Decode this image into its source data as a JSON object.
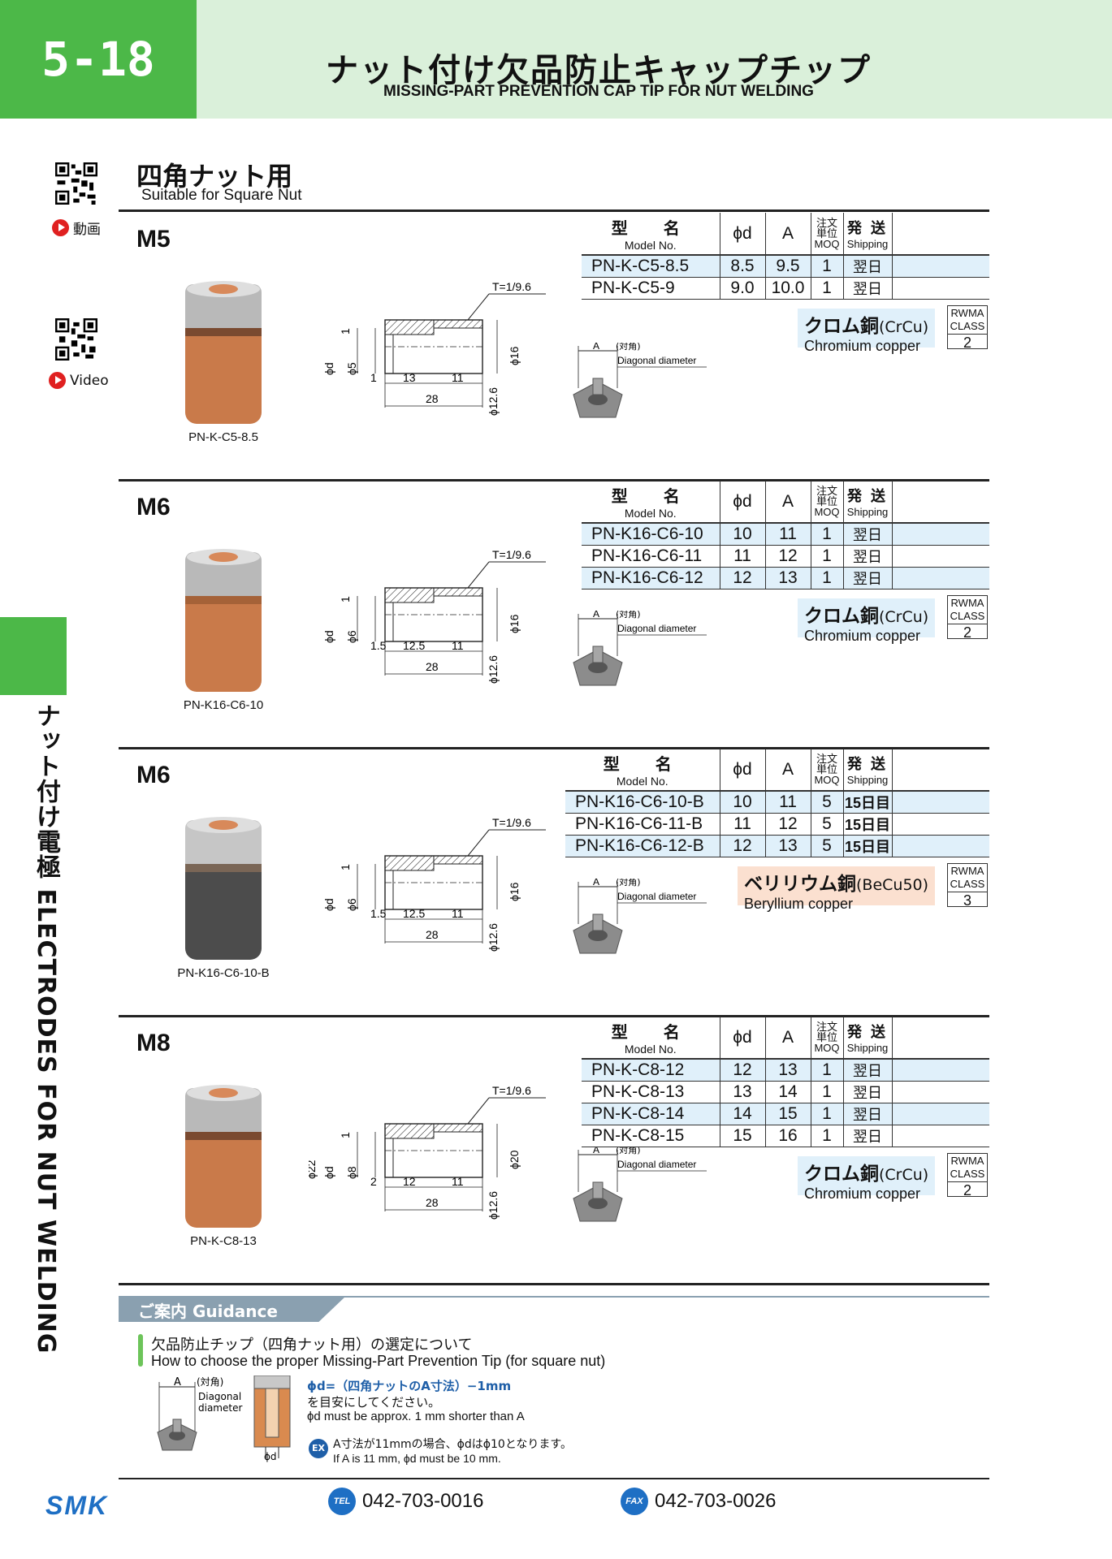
{
  "header": {
    "page_number": "5-18",
    "title_ja": "ナット付け欠品防止キャップチップ",
    "title_en": "MISSING-PART PREVENTION CAP TIP FOR NUT WELDING"
  },
  "side_tab": {
    "label": "ナット付け電極 ELECTRODES FOR NUT WELDING"
  },
  "media": {
    "video_ja": "動画",
    "video_en": "Video"
  },
  "section": {
    "title_ja": "四角ナット用",
    "title_en": "Suitable for Square Nut"
  },
  "table_headers": {
    "model_ja": "型　名",
    "model_en": "Model No.",
    "phid": "ϕd",
    "a": "A",
    "moq_ja_1": "注文",
    "moq_ja_2": "単位",
    "moq_en": "MOQ",
    "ship_ja": "発 送",
    "ship_en": "Shipping"
  },
  "drawing_labels": {
    "taper": "T=1/9.6",
    "a_label": "A",
    "diag_ja": "(対角)",
    "diag_en": "Diagonal diameter"
  },
  "blocks": [
    {
      "size": "M5",
      "photo_caption": "PN-K-C5-8.5",
      "rows": [
        {
          "model": "PN-K-C5-8.5",
          "phid": "8.5",
          "a": "9.5",
          "moq": "1",
          "ship": "翌日"
        },
        {
          "model": "PN-K-C5-9",
          "phid": "9.0",
          "a": "10.0",
          "moq": "1",
          "ship": "翌日"
        }
      ],
      "material_ja": "クロム銅",
      "material_code": "(CrCu)",
      "material_en": "Chromium copper",
      "rwma_1": "RWMA",
      "rwma_2": "CLASS",
      "rwma_class": "2",
      "dims": {
        "dia_d": "ϕd",
        "dia_inner": "ϕ5",
        "dia_outer": "ϕ16",
        "dia_base": "ϕ12.6",
        "top": "1",
        "d1": "1",
        "d2": "13",
        "d3": "11",
        "total": "28"
      }
    },
    {
      "size": "M6",
      "photo_caption": "PN-K16-C6-10",
      "rows": [
        {
          "model": "PN-K16-C6-10",
          "phid": "10",
          "a": "11",
          "moq": "1",
          "ship": "翌日"
        },
        {
          "model": "PN-K16-C6-11",
          "phid": "11",
          "a": "12",
          "moq": "1",
          "ship": "翌日"
        },
        {
          "model": "PN-K16-C6-12",
          "phid": "12",
          "a": "13",
          "moq": "1",
          "ship": "翌日"
        }
      ],
      "material_ja": "クロム銅",
      "material_code": "(CrCu)",
      "material_en": "Chromium copper",
      "rwma_1": "RWMA",
      "rwma_2": "CLASS",
      "rwma_class": "2",
      "dims": {
        "dia_d": "ϕd",
        "dia_inner": "ϕ6",
        "dia_outer": "ϕ16",
        "dia_base": "ϕ12.6",
        "top": "1",
        "d1": "1.5",
        "d2": "12.5",
        "d3": "11",
        "total": "28"
      }
    },
    {
      "size": "M6",
      "photo_caption": "PN-K16-C6-10-B",
      "rows": [
        {
          "model": "PN-K16-C6-10-B",
          "phid": "10",
          "a": "11",
          "moq": "5",
          "ship": "15日目"
        },
        {
          "model": "PN-K16-C6-11-B",
          "phid": "11",
          "a": "12",
          "moq": "5",
          "ship": "15日目"
        },
        {
          "model": "PN-K16-C6-12-B",
          "phid": "12",
          "a": "13",
          "moq": "5",
          "ship": "15日目"
        }
      ],
      "material_ja": "ベリリウム銅",
      "material_code": "(BeCu50)",
      "material_en": "Beryllium copper",
      "rwma_1": "RWMA",
      "rwma_2": "CLASS",
      "rwma_class": "3",
      "dims": {
        "dia_d": "ϕd",
        "dia_inner": "ϕ6",
        "dia_outer": "ϕ16",
        "dia_base": "ϕ12.6",
        "top": "1",
        "d1": "1.5",
        "d2": "12.5",
        "d3": "11",
        "total": "28"
      }
    },
    {
      "size": "M8",
      "photo_caption": "PN-K-C8-13",
      "rows": [
        {
          "model": "PN-K-C8-12",
          "phid": "12",
          "a": "13",
          "moq": "1",
          "ship": "翌日"
        },
        {
          "model": "PN-K-C8-13",
          "phid": "13",
          "a": "14",
          "moq": "1",
          "ship": "翌日"
        },
        {
          "model": "PN-K-C8-14",
          "phid": "14",
          "a": "15",
          "moq": "1",
          "ship": "翌日"
        },
        {
          "model": "PN-K-C8-15",
          "phid": "15",
          "a": "16",
          "moq": "1",
          "ship": "翌日"
        }
      ],
      "material_ja": "クロム銅",
      "material_code": "(CrCu)",
      "material_en": "Chromium copper",
      "rwma_1": "RWMA",
      "rwma_2": "CLASS",
      "rwma_class": "2",
      "dims": {
        "dia_d": "ϕd",
        "dia_inner": "ϕ8",
        "dia_outer": "ϕ20",
        "dia_base": "ϕ12.6",
        "dia_extra": "ϕ22",
        "top": "1",
        "d1": "2",
        "d2": "12",
        "d3": "11",
        "total": "28"
      }
    }
  ],
  "guidance": {
    "band": "ご案内 Guidance",
    "q_ja": "欠品防止チップ（四角ナット用）の選定について",
    "q_en": "How to choose the proper Missing-Part Prevention Tip (for square nut)",
    "formula_ja": "ϕd=（四角ナットのA寸法）−1mm",
    "formula_ja2": "を目安にしてください。",
    "formula_en": "ϕd must be approx. 1 mm shorter than A",
    "ex_badge": "EX",
    "ex_ja": "A寸法が11mmの場合、ϕdはϕ10となります。",
    "ex_en": "If A is 11 mm, ϕd must be 10 mm.",
    "fig_a": "A",
    "fig_diag_ja": "(対角)",
    "fig_diag_en1": "Diagonal",
    "fig_diag_en2": "diameter",
    "fig_phid": "ϕd"
  },
  "footer": {
    "logo": "SMK",
    "tel_badge": "TEL",
    "tel": "042-703-0016",
    "fax_badge": "FAX",
    "fax": "042-703-0026"
  }
}
